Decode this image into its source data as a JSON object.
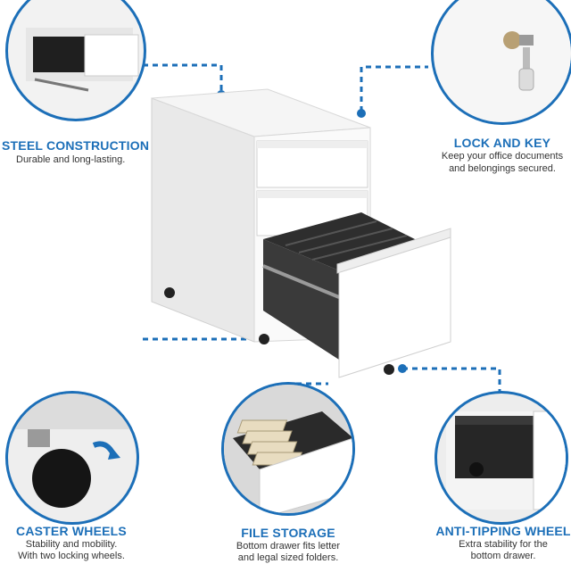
{
  "features": {
    "steel": {
      "title": "STEEL CONSTRUCTION",
      "lines": [
        "Durable and long-lasting."
      ]
    },
    "lock": {
      "title": "LOCK AND KEY",
      "lines": [
        "Keep your office documents",
        "and belongings secured."
      ]
    },
    "caster": {
      "title": "CASTER WHEELS",
      "lines": [
        "Stability and mobility.",
        "With two locking wheels."
      ]
    },
    "file": {
      "title": "FILE STORAGE",
      "lines": [
        "Bottom drawer fits letter",
        "and legal sized folders."
      ]
    },
    "antitip": {
      "title": "ANTI-TIPPING WHEEL",
      "lines": [
        "Extra stability for the",
        "bottom drawer."
      ]
    }
  },
  "colors": {
    "accent": "#1c6fb8",
    "cabinet": "#f7f7f7",
    "drawer_interior": "#2e2e2e"
  }
}
